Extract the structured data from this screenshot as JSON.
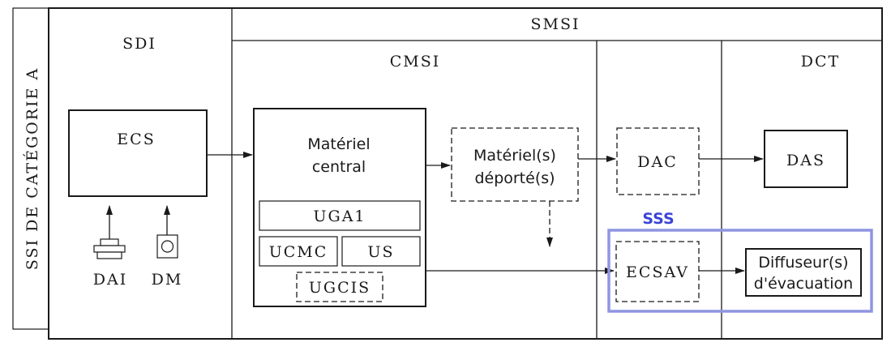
{
  "frame": {
    "vertical_title": "SSI DE CATÉGORIE A",
    "smsi": "SMSI",
    "sdi": "SDI",
    "cmsi": "CMSI",
    "dct": "DCT"
  },
  "blocks": {
    "ecs": "ECS",
    "materiel_central": [
      "Matériel",
      "central"
    ],
    "uga1": "UGA1",
    "ucmc": "UCMC",
    "us": "US",
    "ugcis": "UGCIS",
    "materiels_deportes": [
      "Matériel(s)",
      "déporté(s)"
    ],
    "dac": "DAC",
    "das": "DAS",
    "ecsav": "ECSAV",
    "diffuseurs": [
      "Diffuseur(s)",
      "d'évacuation"
    ],
    "dai": "DAI",
    "dm": "DM"
  },
  "highlight": {
    "label": "SSS",
    "color": "#8f95e0",
    "label_color": "#3b44d6"
  }
}
